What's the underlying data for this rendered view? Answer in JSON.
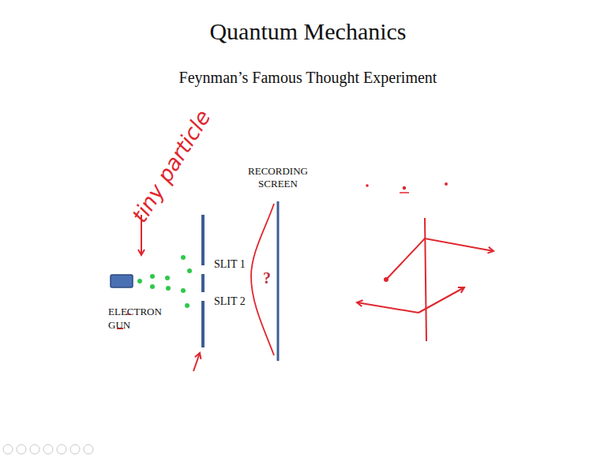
{
  "diagram": {
    "title": "Quantum Mechanics",
    "labels": [
      "Feynman’s Famous Thought Experiment",
      "tiny particle",
      "RECORDING SCREEN",
      "SLIT 1",
      "SLIT 2",
      "ELECTRON GUN",
      "?"
    ]
  }
}
